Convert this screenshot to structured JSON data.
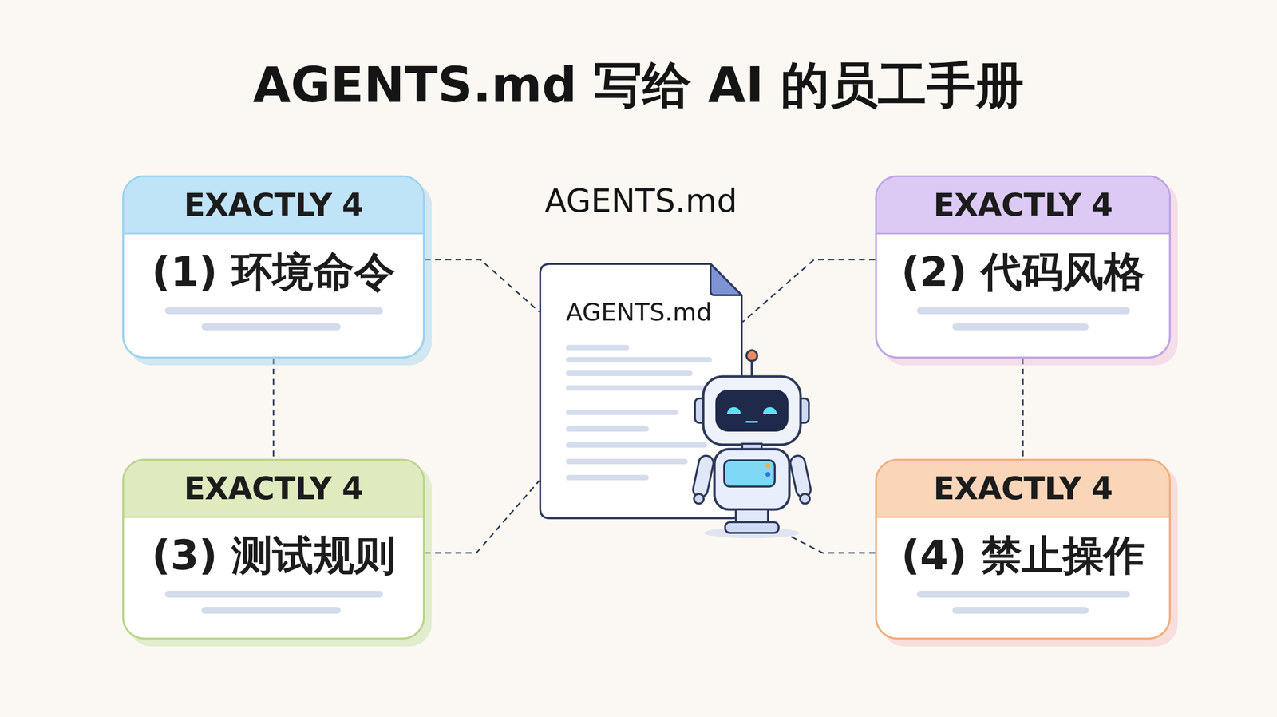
{
  "diagram": {
    "title": "AGENTS.md 写给 AI 的员工手册",
    "nodes": [
      {
        "text": [
          "EXACTLY 4",
          "(1) 环境命令"
        ]
      },
      {
        "text": [
          "AGENTS.md",
          "AGENTS.md"
        ]
      },
      {
        "text": [
          "EXACTLY 4",
          "(2) 代码风格"
        ]
      },
      {
        "text": [
          "EXACTLY 4",
          "(3) 测试规则"
        ]
      },
      {
        "text": [
          "EXACTLY 4",
          "(4) 禁止操作"
        ]
      }
    ],
    "edges": [
      {
        "from": 0,
        "to": 1,
        "arrow": "none"
      },
      {
        "from": 2,
        "to": 1,
        "arrow": "none"
      },
      {
        "from": 3,
        "to": 1,
        "arrow": "none"
      },
      {
        "from": 4,
        "to": 1,
        "arrow": "none"
      },
      {
        "from": 0,
        "to": 3,
        "arrow": "none"
      },
      {
        "from": 2,
        "to": 4,
        "arrow": "none"
      }
    ]
  }
}
